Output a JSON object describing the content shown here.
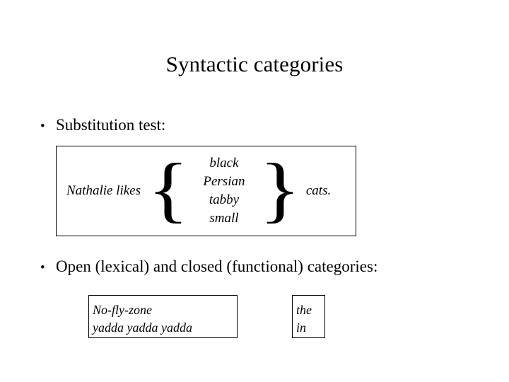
{
  "slide": {
    "title": "Syntactic categories",
    "background_color": "#ffffff",
    "text_color": "#000000",
    "bullet_glyph": "•"
  },
  "bullets": [
    {
      "marker": "•",
      "text": "Substitution test:"
    },
    {
      "marker": "•",
      "text": "Open (lexical) and closed (functional) categories:"
    }
  ],
  "substitution_example": {
    "lead_text": "Nathalie likes",
    "open_brace": "{",
    "close_brace": "}",
    "alternatives": [
      "black",
      "Persian",
      "tabby",
      "small"
    ],
    "trailing_text": "cats."
  },
  "category_examples": {
    "open_class": {
      "lines": [
        "No-fly-zone",
        "yadda yadda yadda"
      ]
    },
    "closed_class": {
      "lines": [
        "the",
        "in"
      ]
    }
  }
}
